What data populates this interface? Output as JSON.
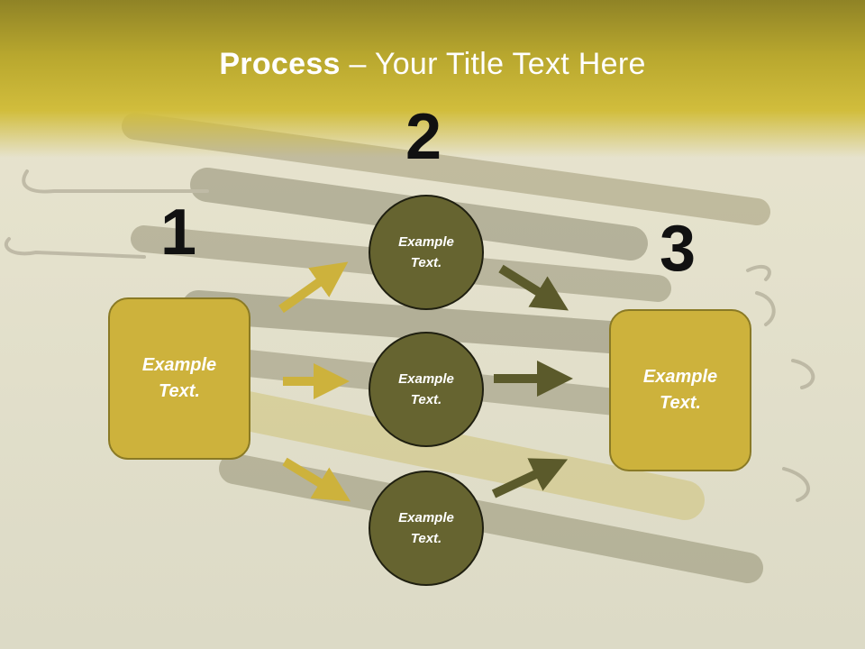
{
  "title": {
    "bold": "Process",
    "rest": " – Your Title Text Here"
  },
  "steps": {
    "one": "1",
    "two": "2",
    "three": "3"
  },
  "left_box": {
    "label": "Example\nText."
  },
  "right_box": {
    "label": "Example\nText."
  },
  "circles": [
    {
      "label": "Example\nText."
    },
    {
      "label": "Example\nText."
    },
    {
      "label": "Example\nText."
    }
  ],
  "colors": {
    "box": "#cdb23c",
    "circle": "#666430",
    "arrow_light": "#cdb23c",
    "arrow_dark": "#5b5a2b",
    "header": "#c9b53a"
  }
}
